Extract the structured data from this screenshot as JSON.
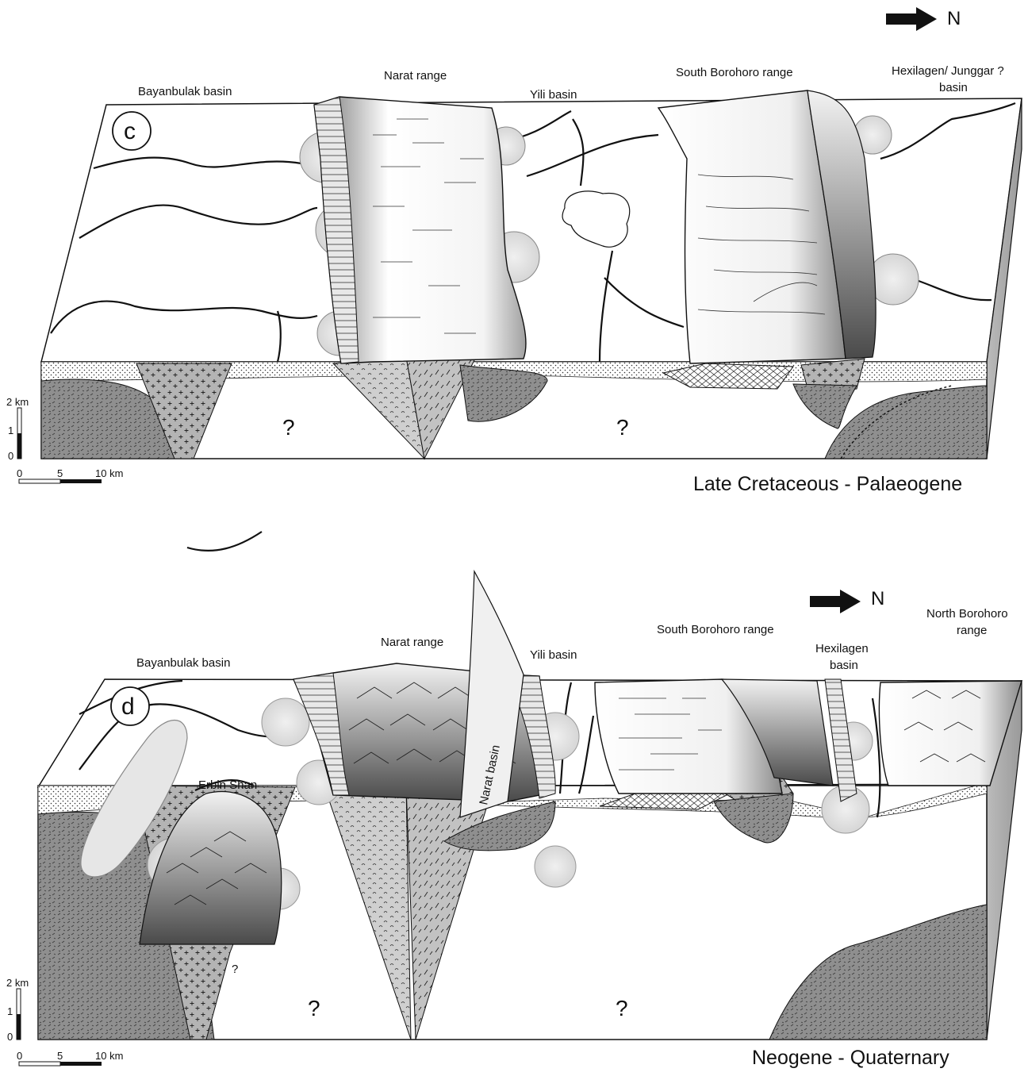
{
  "north_label": "N",
  "panel_c": {
    "letter": "c",
    "title": "Late Cretaceous - Palaeogene",
    "labels": {
      "bayanbulak": "Bayanbulak basin",
      "narat": "Narat range",
      "yili": "Yili basin",
      "south_borohoro": "South Borohoro range",
      "hexilagen_line1": "Hexilagen/ Junggar ?",
      "hexilagen_line2": "basin"
    },
    "unknown_marks": [
      "?",
      "?"
    ]
  },
  "panel_d": {
    "letter": "d",
    "title": "Neogene - Quaternary",
    "labels": {
      "bayanbulak": "Bayanbulak basin",
      "narat": "Narat range",
      "yili": "Yili basin",
      "south_borohoro": "South Borohoro range",
      "hexilagen_line1": "Hexilagen",
      "hexilagen_line2": "basin",
      "north_borohoro_line1": "North Borohoro",
      "north_borohoro_line2": "range",
      "erbin": "Erbin Shan",
      "narat_basin": "Narat basin"
    },
    "unknown_marks": [
      "?",
      "?",
      "?"
    ]
  },
  "depth_scale": {
    "unit": "2 km",
    "ticks": [
      "1",
      "0"
    ]
  },
  "distance_scale": {
    "ticks": [
      "0",
      "5",
      "10 km"
    ]
  }
}
